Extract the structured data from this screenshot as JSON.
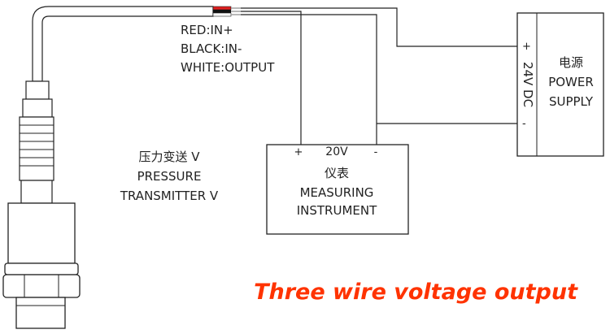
{
  "wiring": {
    "red": "RED:IN+",
    "black": "BLACK:IN-",
    "white": "WHITE:OUTPUT"
  },
  "transmitter": {
    "cn": "压力变送 V",
    "en1": "PRESSURE",
    "en2": "TRANSMITTER V"
  },
  "instrument": {
    "plus": "+",
    "voltage": "20V",
    "minus": "-",
    "cn": "仪表",
    "en1": "MEASURING",
    "en2": "INSTRUMENT"
  },
  "power": {
    "plus": "+",
    "minus": "-",
    "voltage": "24V DC",
    "cn": "电源",
    "en1": "POWER",
    "en2": "SUPPLY"
  },
  "caption": "Three wire voltage output",
  "colors": {
    "caption": "#ff3300",
    "wire_red": "#e02020",
    "wire_black": "#111111",
    "line": "#222222"
  }
}
